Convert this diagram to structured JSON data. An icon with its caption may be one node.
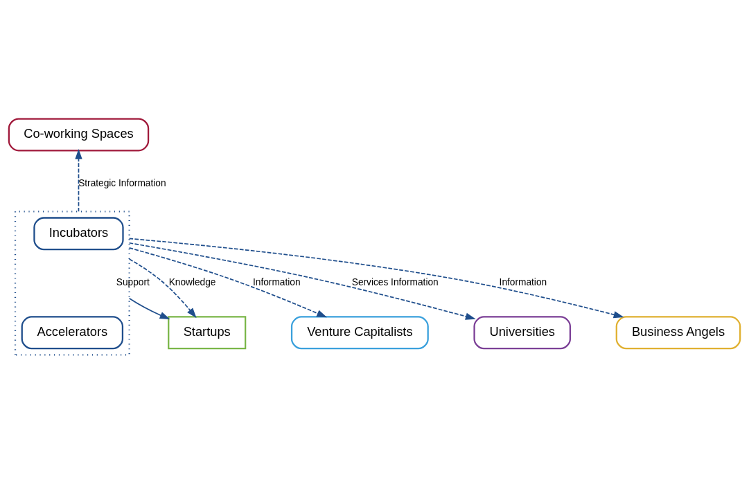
{
  "diagram": {
    "nodes": [
      {
        "text": [
          "Co-working Spaces"
        ]
      },
      {
        "text": [
          "Startups"
        ]
      },
      {
        "text": [],
        "shape": "box"
      },
      {
        "text": [
          "Incubators"
        ],
        "in": 2
      },
      {
        "text": [
          "Accelerators"
        ],
        "in": 2
      },
      {
        "text": [
          "Venture Capitalists"
        ]
      },
      {
        "text": [
          "Universities"
        ]
      },
      {
        "text": [
          "Business Angels"
        ]
      }
    ],
    "edges": [
      {
        "from": 2,
        "to": 0,
        "arrow": "to",
        "label": "Strategic Information",
        "style": "dashed"
      },
      {
        "from": 2,
        "to": 1,
        "arrow": "to",
        "label": "Support"
      },
      {
        "from": 2,
        "to": 1,
        "arrow": "to",
        "label": "Knowledge",
        "style": "dashed"
      },
      {
        "from": 2,
        "to": 5,
        "arrow": "to",
        "label": "Information",
        "style": "dashed"
      },
      {
        "from": 2,
        "to": 6,
        "arrow": "to",
        "label": "Services Information",
        "style": "dashed"
      },
      {
        "from": 2,
        "to": 7,
        "arrow": "to",
        "label": "Information",
        "style": "dashed"
      }
    ]
  }
}
